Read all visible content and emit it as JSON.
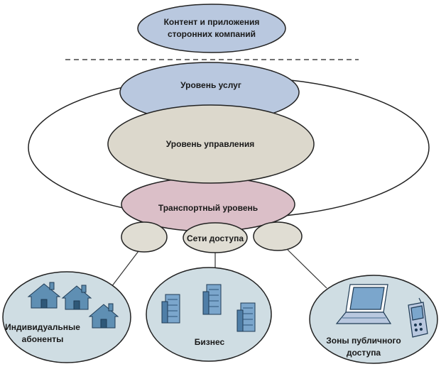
{
  "labels": {
    "third_party_line1": "Контент и приложения",
    "third_party_line2": "сторонних компаний",
    "service_layer": "Уровень услуг",
    "control_layer": "Уровень управления",
    "transport_layer": "Транспортный уровень",
    "access_networks": "Сети доступа",
    "individual_line1": "Индивидуальные",
    "individual_line2": "абоненты",
    "business": "Бизнес",
    "public_line1": "Зоны публичного",
    "public_line2": "доступа"
  },
  "colors": {
    "service_fill": "#b9c8df",
    "control_fill": "#dcd8cc",
    "transport_fill": "#dbbfc8",
    "access_fill": "#e0ddd3",
    "endpoint_fill": "#cfdde3",
    "house_fill": "#5f8fb3",
    "building_fill": "#7ba6cc"
  }
}
